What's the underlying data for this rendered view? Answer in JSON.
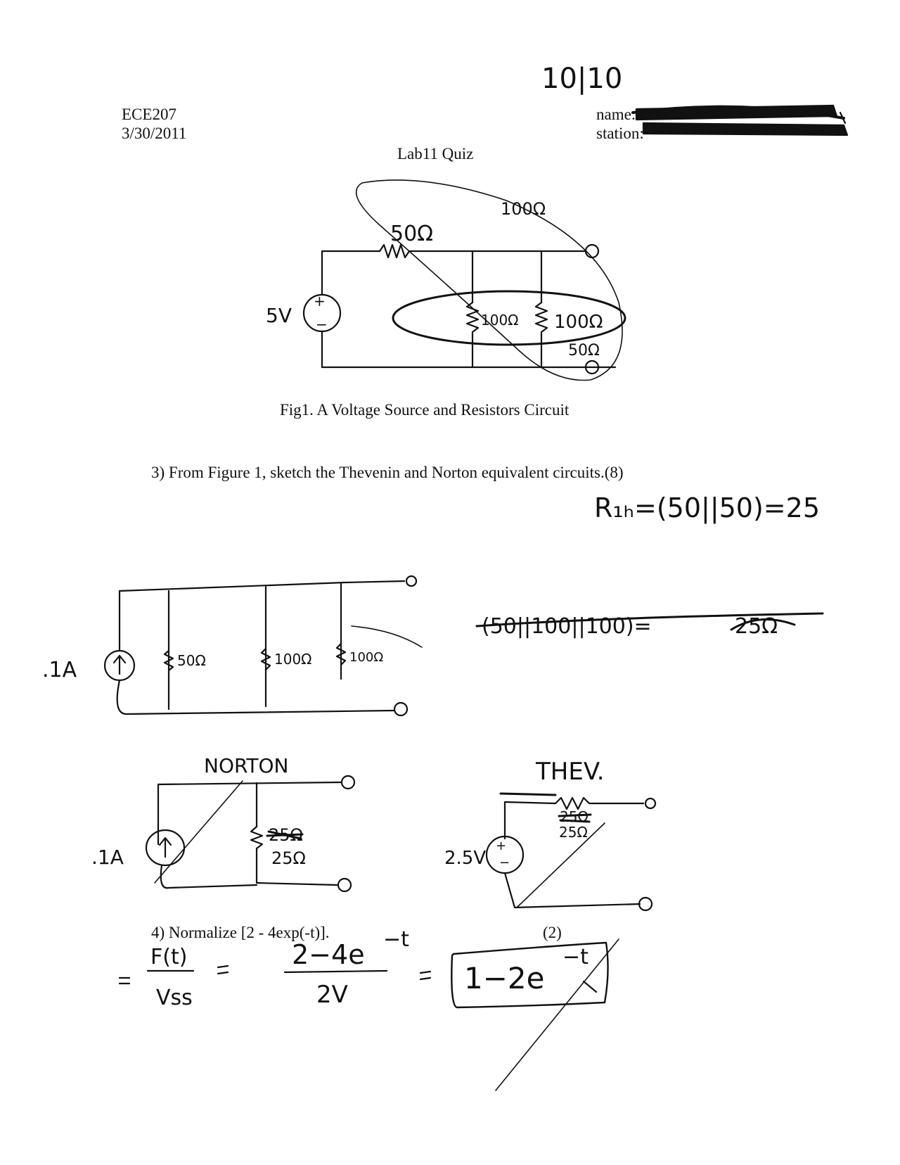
{
  "header": {
    "course": "ECE207",
    "date": "3/30/2011",
    "name_label": "name:",
    "station_label": "station:",
    "title": "Lab11 Quiz",
    "score": "10|10"
  },
  "figure1": {
    "caption": "Fig1. A Voltage Source and Resistors Circuit",
    "source": "5V",
    "source_plus": "+",
    "source_minus": "−",
    "notes": {
      "r_series": "50Ω",
      "r_parallel_note": "100Ω",
      "r1": "100Ω",
      "r2": "100Ω",
      "r_combined_note": "50Ω"
    }
  },
  "question3": {
    "text": "3)  From Figure 1, sketch the Thevenin and Norton equivalent circuits.(8)",
    "rth_work": "R₁ₕ=(50||50)=25",
    "crossed_work": "(50||100||100)=",
    "crossed_result": "25Ω",
    "sketch1": {
      "current": ".1A",
      "r1": "50Ω",
      "r2": "100Ω",
      "r3": "100Ω"
    },
    "norton": {
      "label": "NORTON",
      "current": ".1A",
      "crossed_value": "25Ω",
      "resistance": "25Ω"
    },
    "thevenin": {
      "label": "THEV.",
      "voltage": "2.5V",
      "crossed_value": "25Ω",
      "resistance": "25Ω"
    }
  },
  "question4": {
    "text": "4)  Normalize [2 - 4exp(-t)].",
    "points": "(2)",
    "work": {
      "lhs_num": "F(t)",
      "lhs_den": "Vss",
      "num": "2−4e",
      "exp": "−t",
      "den": "2V",
      "answer": "1−2e",
      "answer_exp": "−t"
    }
  }
}
